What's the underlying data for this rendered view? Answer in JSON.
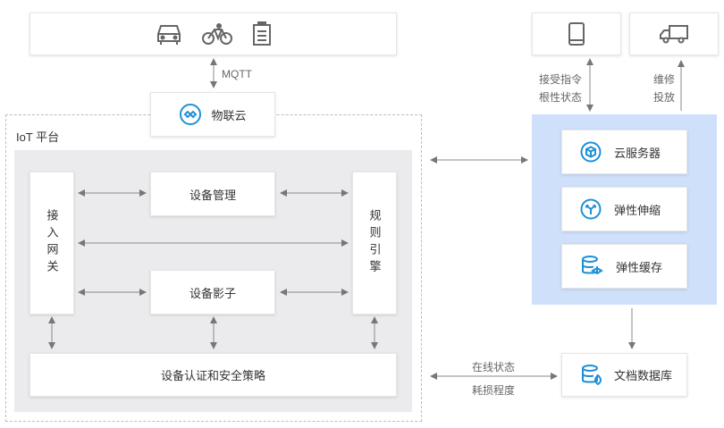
{
  "devices": {
    "icons": [
      "car-icon",
      "bicycle-icon",
      "meter-icon"
    ]
  },
  "mqtt_label": "MQTT",
  "cloud_connect": {
    "label": "物联云"
  },
  "iot_platform": {
    "title": "IoT 平台"
  },
  "access_gateway": {
    "label": "接入网关"
  },
  "device_management": {
    "label": "设备管理"
  },
  "device_shadow": {
    "label": "设备影子"
  },
  "rule_engine": {
    "label": "规则引擎"
  },
  "auth_security": {
    "label": "设备认证和安全策略"
  },
  "top_right": {
    "terminal_icon": "tablet-icon",
    "truck_icon": "truck-icon",
    "left_link": {
      "line1": "接受指令",
      "line2": "根性状态"
    },
    "right_link": {
      "line1": "维修",
      "line2": "投放"
    }
  },
  "cloud_services": {
    "server": {
      "label": "云服务器",
      "icon": "cube-icon"
    },
    "scaling": {
      "label": "弹性伸缩",
      "icon": "scaling-icon"
    },
    "cache": {
      "label": "弹性缓存",
      "icon": "cache-icon"
    }
  },
  "bottom_link": {
    "line1": "在线状态",
    "line2": "耗损程度"
  },
  "document_db": {
    "label": "文档数据库",
    "icon": "database-icon"
  },
  "colors": {
    "accent": "#1e90d6",
    "panel": "#cfe0fb",
    "platform_bg": "#ebebed",
    "arrow": "#777777"
  }
}
